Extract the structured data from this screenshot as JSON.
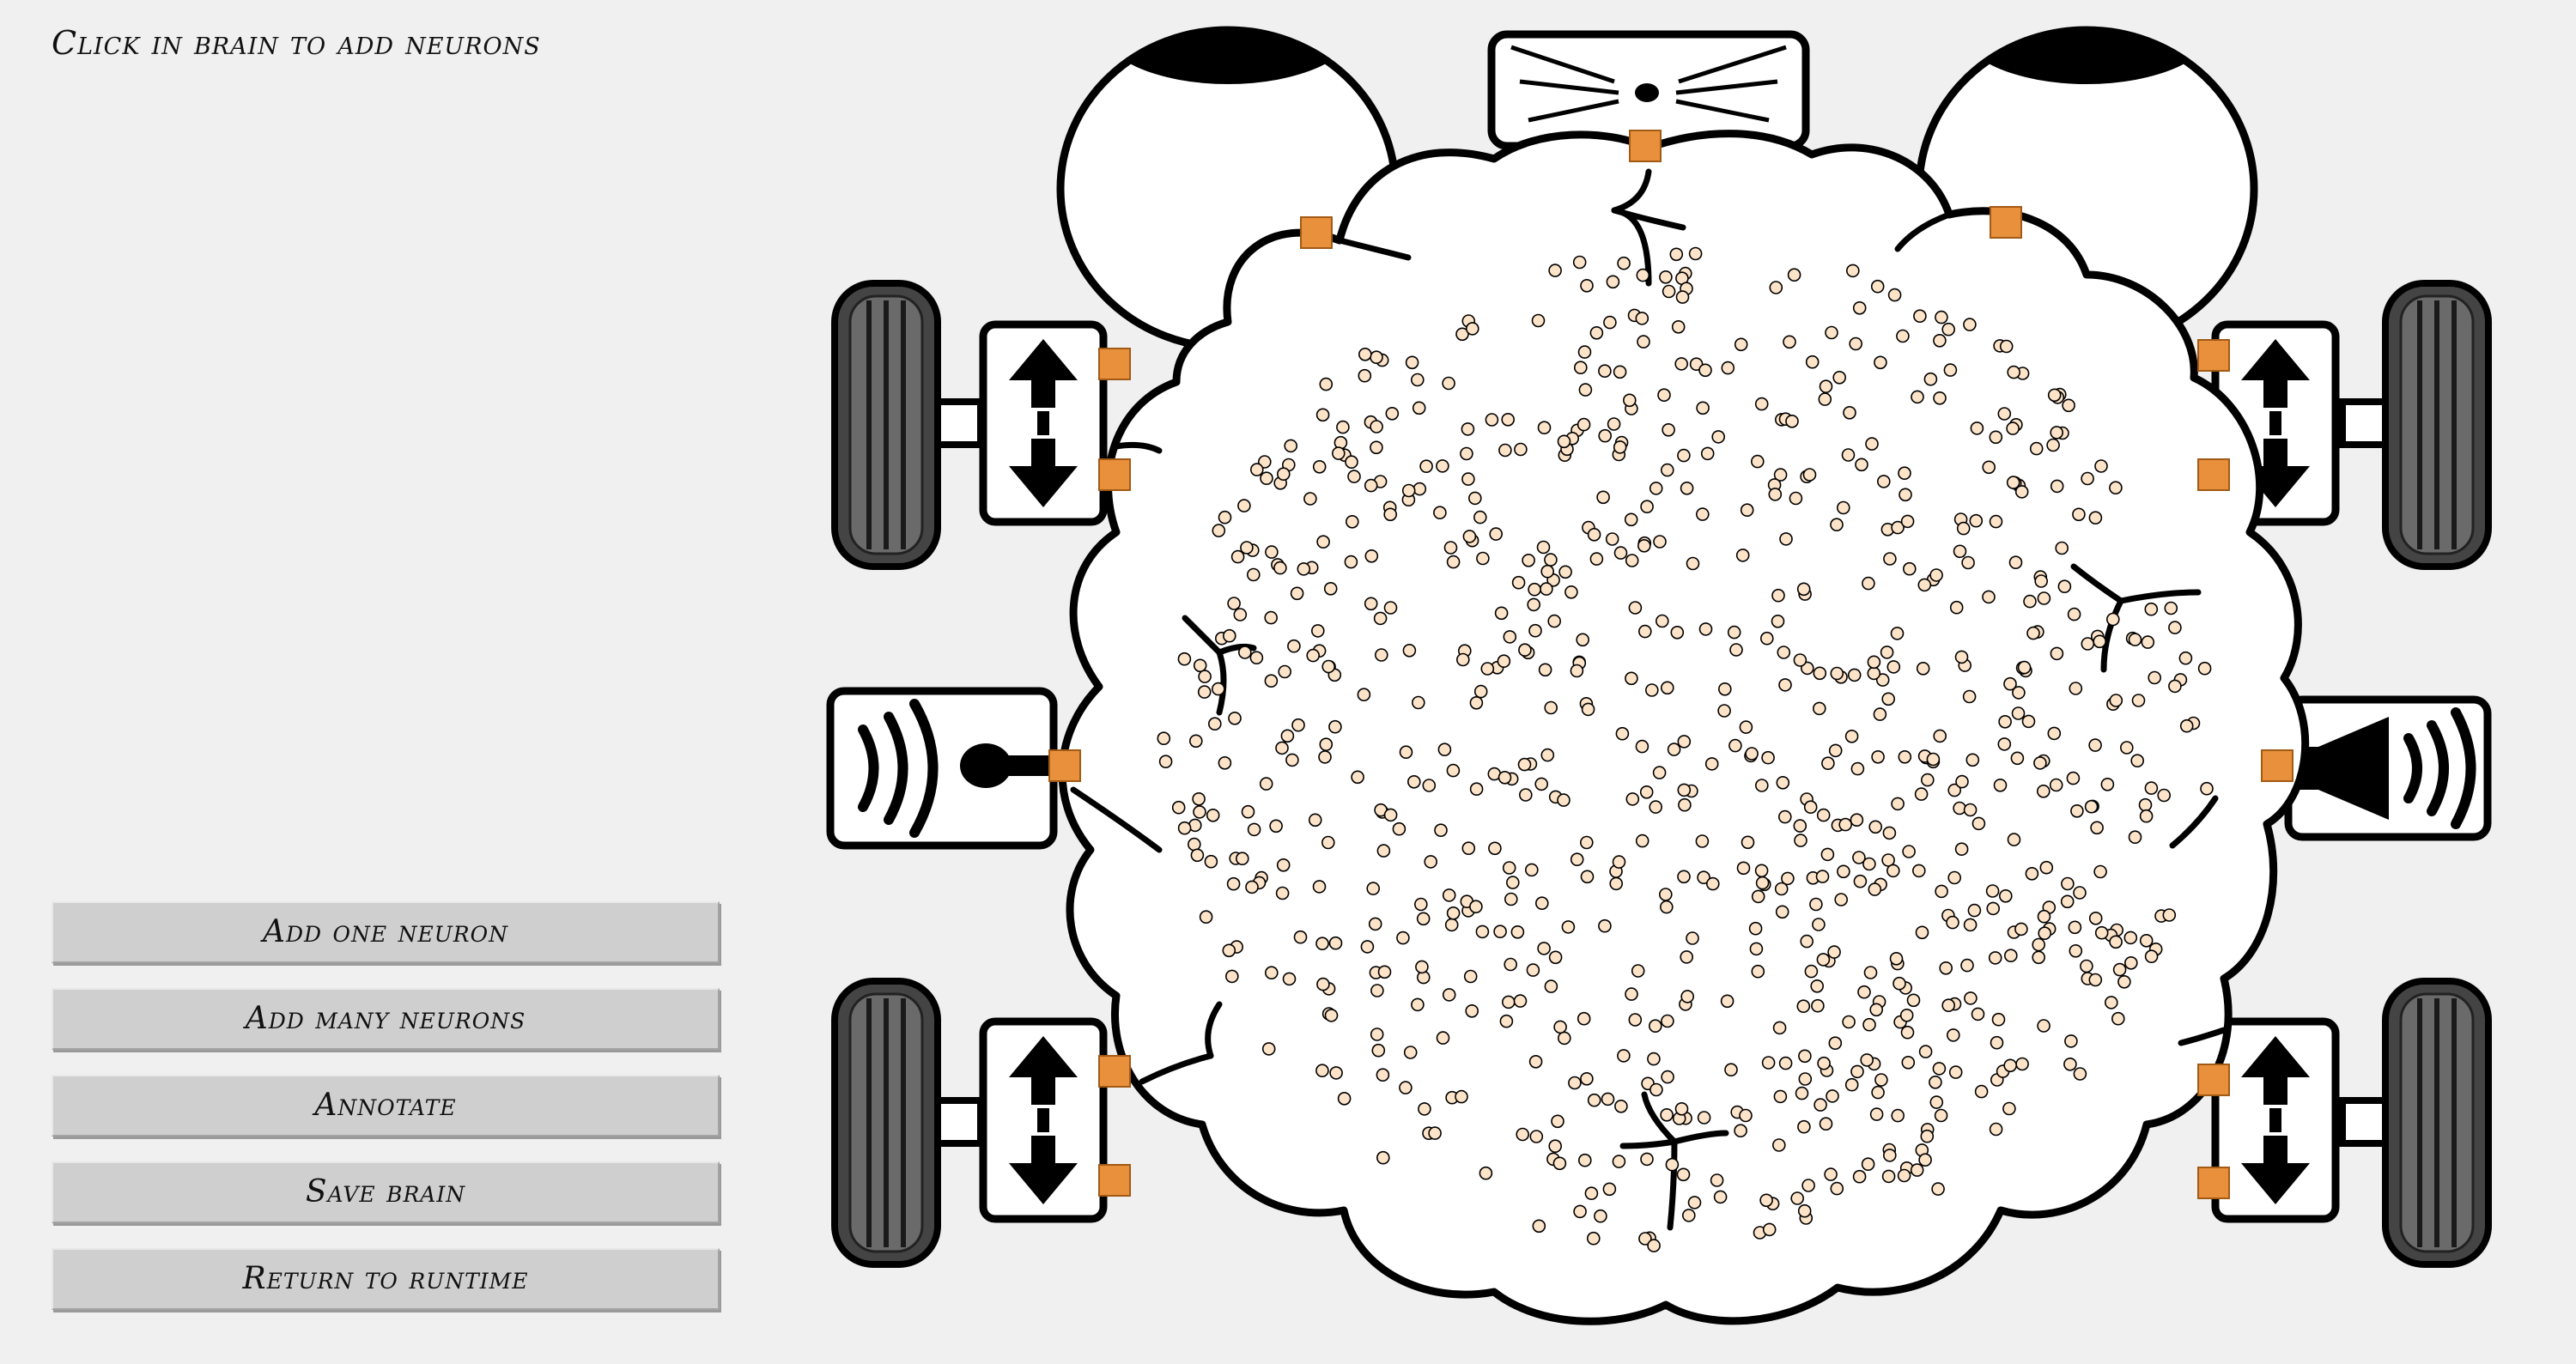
{
  "header": {
    "instruction": "Click in brain to add neurons"
  },
  "menu": {
    "add_one": "Add one neuron",
    "add_many": "Add many neurons",
    "annotate": "Annotate",
    "save": "Save brain",
    "return": "Return to runtime"
  },
  "colors": {
    "background": "#f0f0f0",
    "sensor_port": "#e8903c",
    "neuron_fill": "#fde3c8",
    "outline": "#000000",
    "tire": "#555555"
  },
  "icons": {
    "left_camera": "eye-icon",
    "right_camera": "eye-icon",
    "nose": "whisker-nose-icon",
    "microphone": "microphone-icon",
    "speaker": "speaker-icon",
    "motors": "up-down-arrows-icon",
    "wheels": "wheel-icon"
  }
}
